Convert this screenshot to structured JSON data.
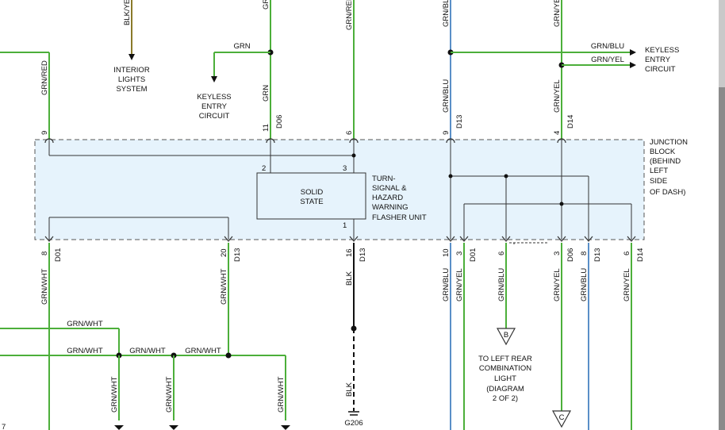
{
  "colors": {
    "green_wire": "#4caf3a",
    "blue_wire": "#5a8fc7",
    "olive_wire": "#8a7a2a",
    "orange_wire": "#e4a24a",
    "junction_fill": "#e6f3fc",
    "line": "#333333"
  },
  "top_wires": {
    "blk_yel": "BLK/YEL",
    "grn_red_top": "GRN/RED",
    "grn_top": "GRN",
    "grn_blu_top": "GRN/BLU",
    "grn_yel_top": "GRN/YEL",
    "grn_red_left": "GRN/RED",
    "grn_branch": "GRN",
    "grn_drop": "GRN",
    "grn_blu_mid": "GRN/BLU",
    "grn_yel_mid": "GRN/YEL",
    "grn_blu_right": "GRN/BLU",
    "grn_yel_right": "GRN/YEL"
  },
  "destinations": {
    "interior_lights": [
      "INTERIOR",
      "LIGHTS",
      "SYSTEM"
    ],
    "keyless_left": [
      "KEYLESS",
      "ENTRY",
      "CIRCUIT"
    ],
    "keyless_right": [
      "KEYLESS",
      "ENTRY",
      "CIRCUIT"
    ],
    "left_rear": [
      "TO LEFT REAR",
      "COMBINATION",
      "LIGHT",
      "(DIAGRAM",
      "2 OF 2)"
    ]
  },
  "top_pins": [
    {
      "pin": "9",
      "circuit": ""
    },
    {
      "pin": "11",
      "circuit": "D06"
    },
    {
      "pin": "6",
      "circuit": ""
    },
    {
      "pin": "9",
      "circuit": "D13"
    },
    {
      "pin": "4",
      "circuit": "D14"
    }
  ],
  "junction_block": [
    "JUNCTION",
    "BLOCK",
    "(BEHIND",
    "LEFT",
    "SIDE",
    "OF DASH)"
  ],
  "solid_state": [
    "SOLID",
    "STATE"
  ],
  "flasher_unit": [
    "TURN-",
    "SIGNAL &",
    "HAZARD",
    "WARNING",
    "FLASHER UNIT"
  ],
  "flasher_pins": {
    "left": "2",
    "right": "3",
    "bottom": "1"
  },
  "bottom_pins": [
    {
      "pin": "8",
      "circuit": "D01",
      "wire": "GRN/WHT"
    },
    {
      "pin": "20",
      "circuit": "D13",
      "wire": "GRN/WHT"
    },
    {
      "pin": "16",
      "circuit": "D13",
      "wire": "BLK"
    },
    {
      "pin": "10",
      "circuit": "",
      "wire": "GRN/BLU"
    },
    {
      "pin": "3",
      "circuit": "D01",
      "wire": "GRN/YEL"
    },
    {
      "pin": "6",
      "circuit": "",
      "wire": "GRN/BLU"
    },
    {
      "pin": "3",
      "circuit": "D06",
      "wire": "GRN/YEL"
    },
    {
      "pin": "8",
      "circuit": "D13",
      "wire": "GRN/BLU"
    },
    {
      "pin": "6",
      "circuit": "D14",
      "wire": "GRN/YEL"
    }
  ],
  "lower_wires": {
    "h1": "GRN/WHT",
    "h2": "GRN/WHT",
    "h3": "GRN/WHT",
    "h4": "GRN/WHT",
    "v1": "GRN/WHT",
    "v2": "GRN/WHT",
    "v3": "GRN/WHT",
    "blk_lower": "BLK"
  },
  "connectors": {
    "b": "B",
    "c": "C"
  },
  "ground": "G206",
  "corner": "7"
}
